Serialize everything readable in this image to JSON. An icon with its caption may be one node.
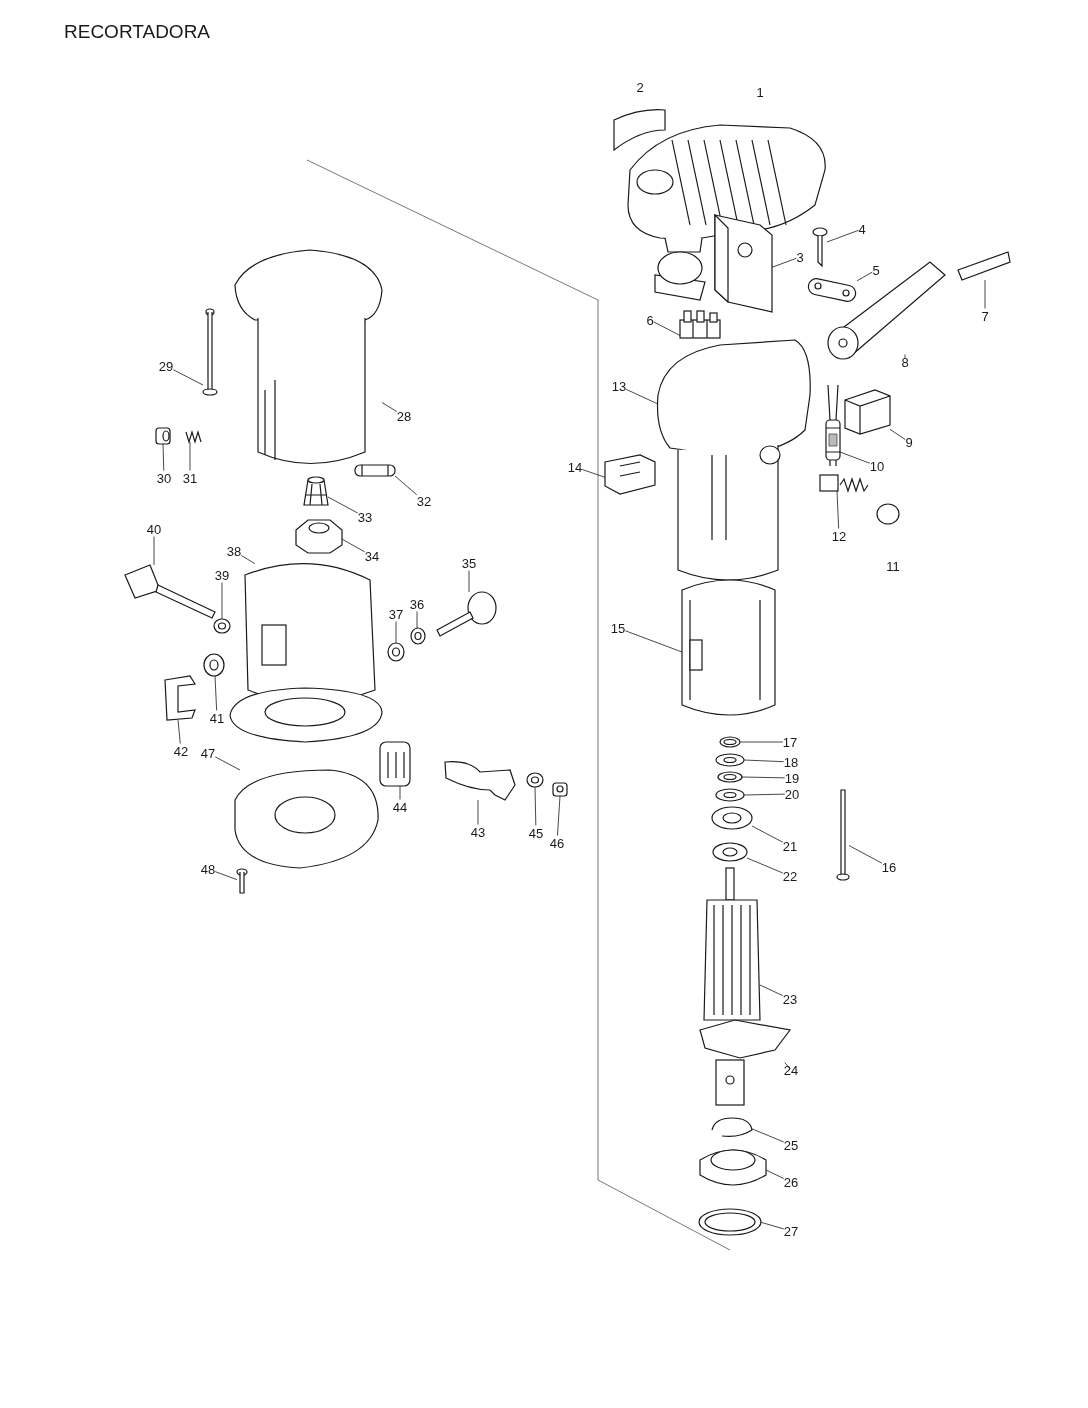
{
  "diagram": {
    "title": "RECORTADORA",
    "nodes": [
      {
        "text": [
          "3"
        ]
      },
      {
        "text": [
          "4"
        ]
      },
      {
        "text": [
          "5"
        ]
      },
      {
        "text": [
          "6"
        ]
      },
      {
        "text": [
          "7"
        ]
      },
      {
        "text": [
          "8"
        ]
      },
      {
        "text": [
          "9"
        ]
      },
      {
        "text": [
          "10"
        ]
      },
      {
        "text": [
          "12"
        ]
      },
      {
        "text": [
          "13"
        ]
      },
      {
        "text": [
          "14"
        ]
      },
      {
        "text": [
          "15"
        ]
      },
      {
        "text": [
          "16"
        ]
      },
      {
        "text": [
          "17"
        ]
      },
      {
        "text": [
          "18"
        ]
      },
      {
        "text": [
          "19"
        ]
      },
      {
        "text": [
          "20"
        ]
      },
      {
        "text": [
          "21"
        ]
      },
      {
        "text": [
          "22"
        ]
      },
      {
        "text": [
          "23"
        ]
      },
      {
        "text": [
          "24"
        ]
      },
      {
        "text": [
          "25"
        ]
      },
      {
        "text": [
          "26"
        ]
      },
      {
        "text": [
          "27"
        ]
      },
      {
        "text": [
          "28"
        ]
      },
      {
        "text": [
          "29"
        ]
      },
      {
        "text": [
          "30"
        ]
      },
      {
        "text": [
          "31"
        ]
      },
      {
        "text": [
          "32"
        ]
      },
      {
        "text": [
          "33"
        ]
      },
      {
        "text": [
          "34"
        ]
      },
      {
        "text": [
          "35"
        ]
      },
      {
        "text": [
          "36"
        ]
      },
      {
        "text": [
          "37"
        ]
      },
      {
        "text": [
          "38"
        ]
      },
      {
        "text": [
          "39"
        ]
      },
      {
        "text": [
          "40"
        ]
      },
      {
        "text": [
          "41"
        ]
      },
      {
        "text": [
          "42"
        ]
      },
      {
        "text": [
          "43"
        ]
      },
      {
        "text": [
          "44"
        ]
      },
      {
        "text": [
          "45"
        ]
      },
      {
        "text": [
          "46"
        ]
      },
      {
        "text": [
          "47"
        ]
      },
      {
        "text": [
          "48"
        ]
      },
      {
        "text": [],
        "shape": "picture"
      },
      {
        "text": [],
        "shape": "picture"
      },
      {
        "text": [],
        "shape": "picture"
      },
      {
        "text": [],
        "shape": "picture"
      },
      {
        "text": [],
        "shape": "picture"
      },
      {
        "text": [],
        "shape": "picture"
      },
      {
        "text": [],
        "shape": "picture"
      },
      {
        "text": [],
        "shape": "picture"
      },
      {
        "text": [],
        "shape": "picture"
      },
      {
        "text": [],
        "shape": "picture"
      },
      {
        "text": [],
        "shape": "picture"
      },
      {
        "text": [],
        "shape": "picture"
      },
      {
        "text": [],
        "shape": "picture"
      },
      {
        "text": [],
        "shape": "picture"
      },
      {
        "text": [],
        "shape": "picture"
      },
      {
        "text": [],
        "shape": "picture"
      },
      {
        "text": [],
        "shape": "picture"
      },
      {
        "text": [],
        "shape": "picture"
      },
      {
        "text": [],
        "shape": "picture"
      },
      {
        "text": [],
        "shape": "picture"
      },
      {
        "text": [],
        "shape": "picture"
      },
      {
        "text": [],
        "shape": "picture"
      },
      {
        "text": [],
        "shape": "picture"
      },
      {
        "text": [],
        "shape": "picture"
      },
      {
        "text": [],
        "shape": "picture"
      },
      {
        "text": [],
        "shape": "picture"
      },
      {
        "text": [],
        "shape": "picture"
      },
      {
        "text": [],
        "shape": "picture"
      },
      {
        "text": [],
        "shape": "picture"
      },
      {
        "text": [],
        "shape": "picture"
      },
      {
        "text": [],
        "shape": "picture"
      },
      {
        "text": [],
        "shape": "picture"
      },
      {
        "text": [],
        "shape": "picture"
      },
      {
        "text": [],
        "shape": "picture"
      },
      {
        "text": [],
        "shape": "picture"
      },
      {
        "text": [],
        "shape": "picture"
      },
      {
        "text": [],
        "shape": "picture"
      },
      {
        "text": [],
        "shape": "picture"
      },
      {
        "text": [],
        "shape": "picture"
      },
      {
        "text": [],
        "shape": "picture"
      },
      {
        "text": [],
        "shape": "picture"
      },
      {
        "text": [],
        "shape": "picture"
      },
      {
        "text": [],
        "shape": "picture"
      },
      {
        "text": [],
        "shape": "picture"
      },
      {
        "text": [],
        "shape": "picture"
      }
    ],
    "edges": [
      {
        "from": 0,
        "to": 45,
        "arrow": "none"
      },
      {
        "from": 1,
        "to": 46,
        "arrow": "none"
      },
      {
        "from": 2,
        "to": 47,
        "arrow": "none"
      },
      {
        "from": 3,
        "to": 48,
        "arrow": "none"
      },
      {
        "from": 4,
        "to": 49,
        "arrow": "none"
      },
      {
        "from": 5,
        "to": 50,
        "arrow": "none"
      },
      {
        "from": 6,
        "to": 51,
        "arrow": "none"
      },
      {
        "from": 7,
        "to": 52,
        "arrow": "none"
      },
      {
        "from": 8,
        "to": 53,
        "arrow": "none"
      },
      {
        "from": 9,
        "to": 54,
        "arrow": "none"
      },
      {
        "from": 10,
        "to": 55,
        "arrow": "none"
      },
      {
        "from": 11,
        "to": 56,
        "arrow": "none"
      },
      {
        "from": 12,
        "to": 57,
        "arrow": "none"
      },
      {
        "from": 13,
        "to": 58,
        "arrow": "none"
      },
      {
        "from": 14,
        "to": 59,
        "arrow": "none"
      },
      {
        "from": 15,
        "to": 60,
        "arrow": "none"
      },
      {
        "from": 16,
        "to": 61,
        "arrow": "none"
      },
      {
        "from": 17,
        "to": 62,
        "arrow": "none"
      },
      {
        "from": 18,
        "to": 63,
        "arrow": "none"
      },
      {
        "from": 19,
        "to": 64,
        "arrow": "none"
      },
      {
        "from": 20,
        "to": 65,
        "arrow": "none"
      },
      {
        "from": 21,
        "to": 66,
        "arrow": "none"
      },
      {
        "from": 22,
        "to": 67,
        "arrow": "none"
      },
      {
        "from": 23,
        "to": 68,
        "arrow": "none"
      },
      {
        "from": 24,
        "to": 69,
        "arrow": "none"
      },
      {
        "from": 25,
        "to": 70,
        "arrow": "none"
      },
      {
        "from": 26,
        "to": 71,
        "arrow": "none"
      },
      {
        "from": 27,
        "to": 72,
        "arrow": "none"
      },
      {
        "from": 28,
        "to": 73,
        "arrow": "none"
      },
      {
        "from": 29,
        "to": 74,
        "arrow": "none"
      },
      {
        "from": 30,
        "to": 75,
        "arrow": "none"
      },
      {
        "from": 31,
        "to": 76,
        "arrow": "none"
      },
      {
        "from": 32,
        "to": 77,
        "arrow": "none"
      },
      {
        "from": 33,
        "to": 78,
        "arrow": "none"
      },
      {
        "from": 34,
        "to": 79,
        "arrow": "none"
      },
      {
        "from": 35,
        "to": 80,
        "arrow": "none"
      },
      {
        "from": 36,
        "to": 81,
        "arrow": "none"
      },
      {
        "from": 37,
        "to": 82,
        "arrow": "none"
      },
      {
        "from": 38,
        "to": 83,
        "arrow": "none"
      },
      {
        "from": 39,
        "to": 84,
        "arrow": "none"
      },
      {
        "from": 40,
        "to": 85,
        "arrow": "none"
      },
      {
        "from": 41,
        "to": 86,
        "arrow": "none"
      },
      {
        "from": 42,
        "to": 87,
        "arrow": "none"
      },
      {
        "from": 43,
        "to": 88,
        "arrow": "none"
      },
      {
        "from": 44,
        "to": 89,
        "arrow": "none"
      }
    ],
    "labels": [
      "2",
      "1",
      "11"
    ]
  }
}
